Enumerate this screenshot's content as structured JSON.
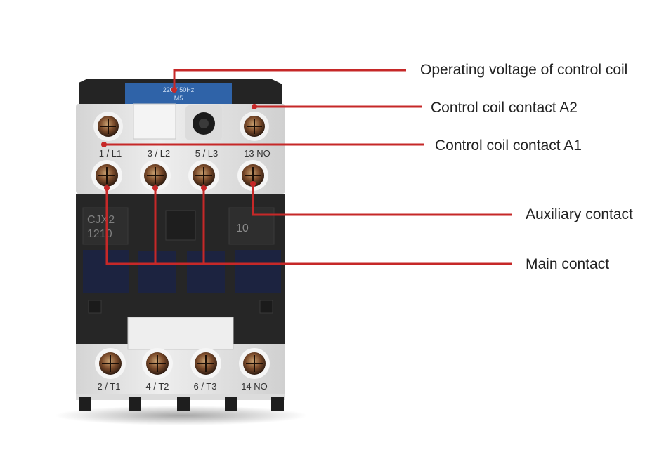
{
  "device": {
    "model_label": "CJX2 1210",
    "model_line1": "CJX2",
    "model_line2": "1210",
    "aux_code": "10",
    "rating_plate_line1": "220V 50Hz",
    "rating_plate_line2": "M5",
    "top_terminals": [
      "1 / L1",
      "3 / L2",
      "5 / L3",
      "13 NO"
    ],
    "bottom_terminals": [
      "2 / T1",
      "4 / T2",
      "6 / T3",
      "14 NO"
    ]
  },
  "callouts": {
    "voltage": "Operating voltage of control coil",
    "coil_a2": "Control coil contact A2",
    "coil_a1": "Control coil contact A1",
    "auxiliary": "Auxiliary contact",
    "main": "Main contact"
  },
  "colors": {
    "leader_line": "#c62828",
    "housing_light": "#e6e6e6",
    "housing_dark": "#262626",
    "window_navy": "#1c2340",
    "rating_plate": "#2f63a8"
  }
}
